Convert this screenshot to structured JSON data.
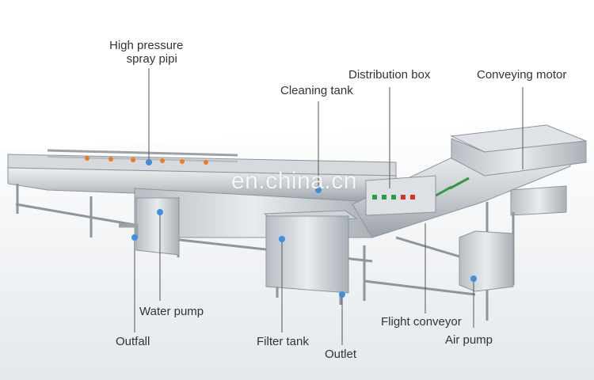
{
  "labels": {
    "high_pressure_line1": "High pressure",
    "high_pressure_line2": "spray pipi",
    "cleaning_tank": "Cleaning tank",
    "distribution_box": "Distribution box",
    "conveying_motor": "Conveying motor",
    "water_pump": "Water pump",
    "outfall": "Outfall",
    "filter_tank": "Filter tank",
    "outlet": "Outlet",
    "flight_conveyor": "Flight conveyor",
    "air_pump": "Air pump"
  },
  "watermark": "en.china.cn",
  "colors": {
    "background_top": "#ffffff",
    "background_floor": "#e8ebee",
    "steel_light": "#e6e9ec",
    "steel_mid": "#c4c9ce",
    "steel_dark": "#8e959c",
    "leader_line": "#555555",
    "marker_blue": "#3d8fe0",
    "nozzle_orange": "#f07a1a",
    "panel_green": "#2e9c3e",
    "panel_red": "#d8312a"
  }
}
